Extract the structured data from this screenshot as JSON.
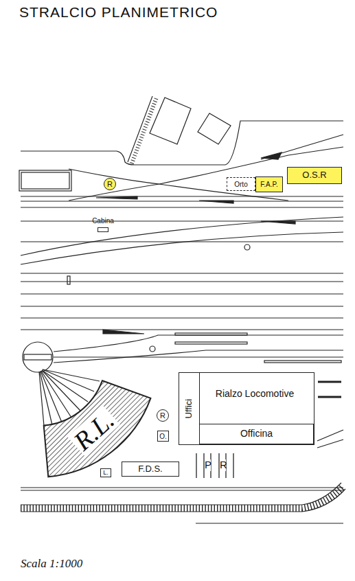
{
  "diagram": {
    "title": "STRALCIO PLANIMETRICO",
    "caption": "Scala 1:1000",
    "nodes": [
      {
        "text": [
          "R"
        ]
      },
      {
        "text": [
          "Orto"
        ]
      },
      {
        "text": [
          "F.A.P."
        ]
      },
      {
        "text": [
          "O.S.R"
        ]
      },
      {
        "text": [
          "Cabina"
        ]
      },
      {
        "text": [
          "Rialzo Locomotive"
        ]
      },
      {
        "text": [
          "Uffici"
        ],
        "in": 5
      },
      {
        "text": [
          "Officina"
        ],
        "in": 5
      },
      {
        "text": [
          "R.L."
        ]
      },
      {
        "text": [
          "R"
        ]
      },
      {
        "text": [
          "O."
        ]
      },
      {
        "text": [
          "L."
        ]
      },
      {
        "text": [
          "F.D.S."
        ]
      },
      {
        "text": [
          "P",
          "R"
        ]
      }
    ]
  }
}
